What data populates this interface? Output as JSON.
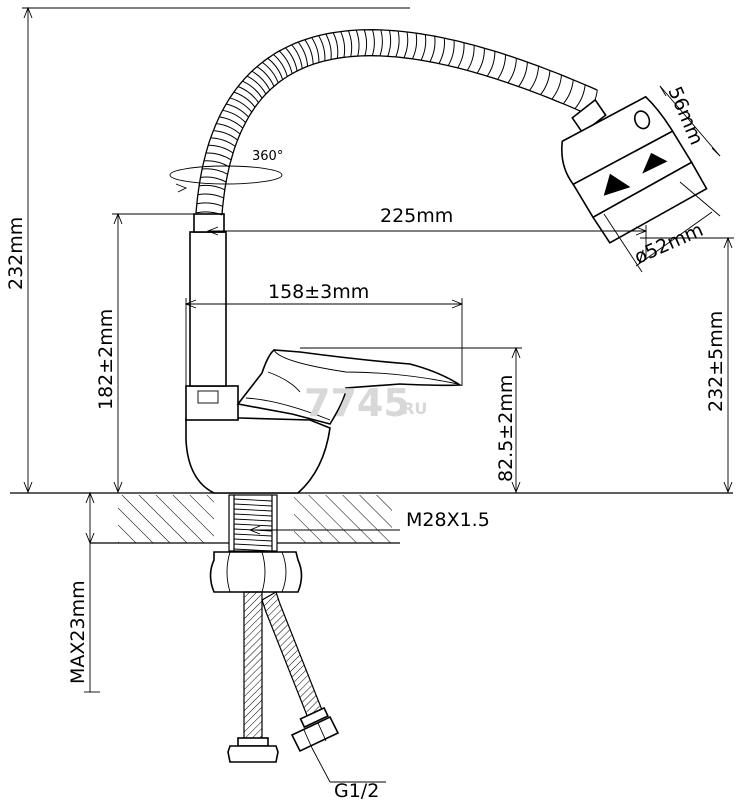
{
  "dimensions": {
    "total_height": "232mm",
    "spout_height": "182±2mm",
    "head_height": "56mm",
    "reach": "225mm",
    "head_diameter": "ø52mm",
    "handle_length": "158±3mm",
    "handle_height": "82.5±2mm",
    "outlet_height": "232±5mm",
    "thread": "M28X1.5",
    "max_counter": "MAX23mm",
    "hose_fitting": "G1/2",
    "rotation": "360°"
  },
  "watermark": {
    "brand": "7745",
    "suffix": ".RU"
  }
}
